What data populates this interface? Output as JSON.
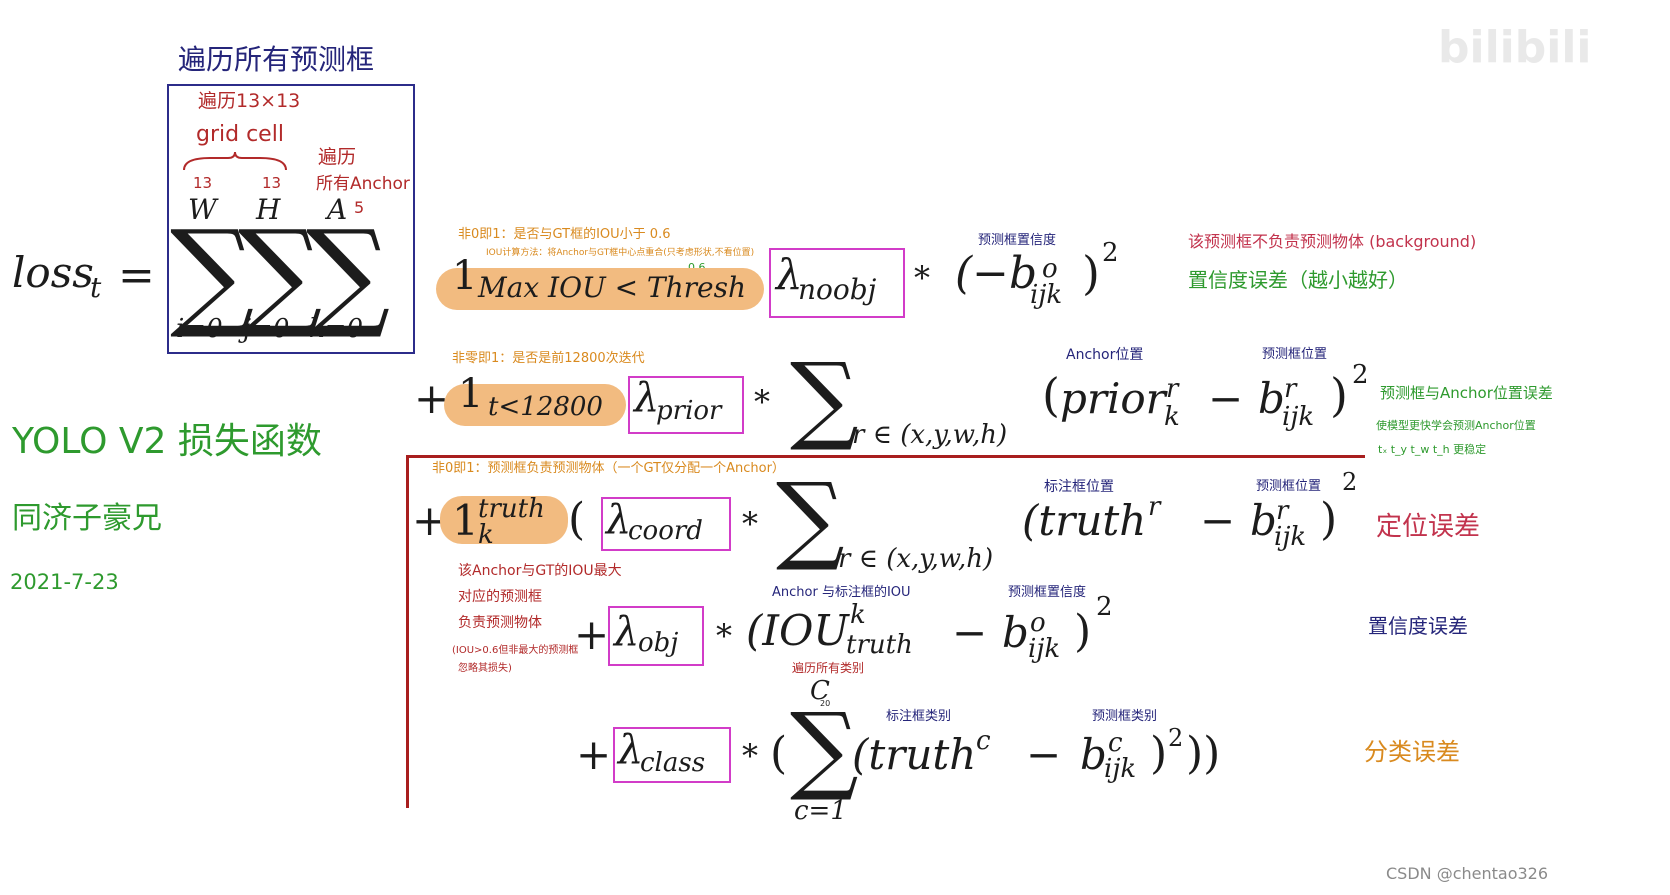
{
  "watermarks": {
    "bilibili": "bilibili",
    "csdn": "CSDN @chentao326"
  },
  "left": {
    "header_annotation": "遍历所有预测框",
    "grid_annotation_line1": "遍历13×13",
    "grid_annotation_line2": "grid cell",
    "anchor_annotation_line1": "遍历",
    "anchor_annotation_line2": "所有Anchor",
    "w_count": "13",
    "h_count": "13",
    "anchor_count": "5",
    "loss_symbol": "loss",
    "loss_subscript": "t",
    "equals": "=",
    "sum_upper_w": "W",
    "sum_upper_h": "H",
    "sum_upper_a": "A",
    "sum_lower_i": "i=0",
    "sum_lower_j": "j=0",
    "sum_lower_k": "k=0",
    "title": "YOLO V2 损失函数",
    "author": "同济子豪兄",
    "date": "2021-7-23"
  },
  "term1": {
    "note_top": "非0即1：是否与GT框的IOU小于 0.6",
    "note_method": "IOU计算方法：将Anchor与GT框中心点重合(只考虑形状,不看位置)",
    "note_thresh": "0.6",
    "indicator": "1",
    "indicator_sub": "Max IOU < Thresh",
    "lambda_sub": "noobj",
    "star": "*",
    "expr": "(−b",
    "b_sup": "o",
    "b_sub": "ijk",
    "close": ")",
    "power": "2",
    "note_b": "预测框置信度",
    "note_right_line1": "该预测框不负责预测物体 (background)",
    "note_right_line2": "置信度误差（越小越好）"
  },
  "term2": {
    "note_top": "非零即1：是否是前12800次迭代",
    "plus": "+",
    "indicator": "1",
    "indicator_sub": "t<12800",
    "lambda_sub": "prior",
    "star": "*",
    "sum_sub": "r ∈ (x,y,w,h)",
    "open": "(",
    "prior": "prior",
    "prior_sup": "r",
    "prior_sub": "k",
    "minus": "−",
    "b": "b",
    "b_sup": "r",
    "b_sub": "ijk",
    "close": ")",
    "power": "2",
    "note_anchor": "Anchor位置",
    "note_pred": "预测框位置",
    "note_right_line1": "预测框与Anchor位置误差",
    "note_right_line2": "使模型更快学会预测Anchor位置",
    "note_right_line3": "tₓ t_y t_w t_h 更稳定"
  },
  "term3": {
    "note_top": "非0即1：预测框负责预测物体（一个GT仅分配一个Anchor）",
    "plus": "+",
    "indicator": "1",
    "indicator_sup": "truth",
    "indicator_sub": "k",
    "open": "(",
    "lambda_sub": "coord",
    "star": "*",
    "sum_sub": "r ∈ (x,y,w,h)",
    "truth_open": "(truth",
    "truth_sup": "r",
    "minus": "−",
    "b": "b",
    "b_sup": "r",
    "b_sub": "ijk",
    "close": ")",
    "power": "2",
    "note_truth": "标注框位置",
    "note_pred": "预测框位置",
    "note_right": "定位误差",
    "note_left_line1": "该Anchor与GT的IOU最大",
    "note_left_line2": "对应的预测框",
    "note_left_line3": "负责预测物体",
    "note_left_line4": "(IOU>0.6但非最大的预测框",
    "note_left_line5": "忽略其损失)"
  },
  "term4": {
    "plus": "+",
    "lambda_sub": "obj",
    "star": "*",
    "open": "(IOU",
    "iou_sup": "k",
    "iou_sub": "truth",
    "minus": "−",
    "b": "b",
    "b_sup": "o",
    "b_sub": "ijk",
    "close": ")",
    "power": "2",
    "note_iou": "Anchor 与标注框的IOU",
    "note_b": "预测框置信度",
    "note_right": "置信度误差"
  },
  "term5": {
    "plus": "+",
    "lambda_sub": "class",
    "star": "*",
    "open": "(",
    "sum_upper": "C",
    "sum_upper_count": "20",
    "sum_lower": "c=1",
    "truth_open": "(truth",
    "truth_sup": "c",
    "minus": "−",
    "b": "b",
    "b_sup": "c",
    "b_sub": "ijk",
    "close": ")",
    "power": "2",
    "tail": "))",
    "note_sum": "遍历所有类别",
    "note_truth": "标注框类别",
    "note_pred": "预测框类别",
    "note_right": "分类误差"
  },
  "lambda_char": "λ"
}
